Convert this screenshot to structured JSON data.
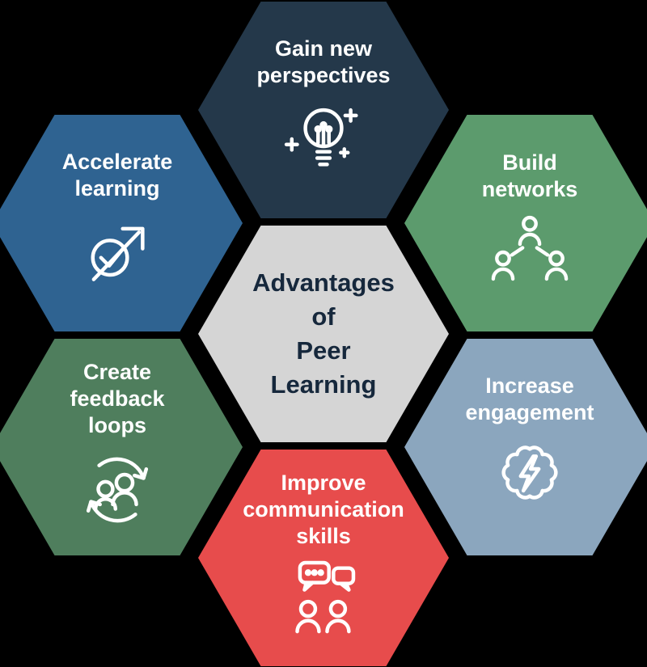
{
  "canvas_background": "#000000",
  "center": {
    "label": "Advantages\nof\nPeer\nLearning",
    "color": "#d5d5d5",
    "text_color": "#16283c"
  },
  "hexagons": [
    {
      "name": "gain-new-perspectives",
      "label": "Gain new\nperspectives",
      "color": "#24384a",
      "icon": "lightbulb-sparkles-icon"
    },
    {
      "name": "build-networks",
      "label": "Build\nnetworks",
      "color": "#5c9b6d",
      "icon": "people-network-icon"
    },
    {
      "name": "increase-engagement",
      "label": "Increase\nengagement",
      "color": "#8ba6be",
      "icon": "brain-lightning-icon"
    },
    {
      "name": "improve-communication-skills",
      "label": "Improve\ncommunication\nskills",
      "color": "#e74c4c",
      "icon": "chat-bubbles-people-icon"
    },
    {
      "name": "create-feedback-loops",
      "label": "Create\nfeedback\nloops",
      "color": "#4f7e5d",
      "icon": "feedback-cycle-people-icon"
    },
    {
      "name": "accelerate-learning",
      "label": "Accelerate\nlearning",
      "color": "#2f6391",
      "icon": "growth-arrow-check-icon"
    }
  ]
}
